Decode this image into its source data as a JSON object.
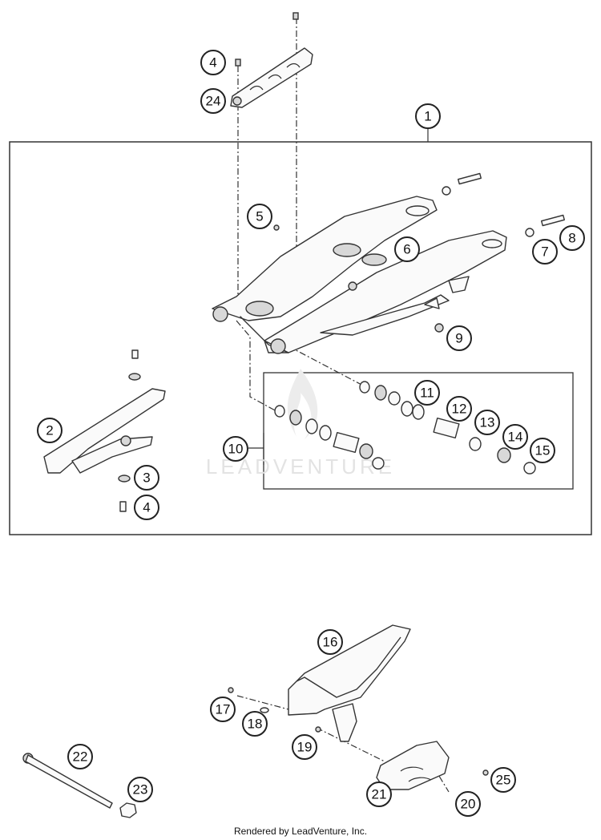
{
  "diagram": {
    "callouts": [
      "1",
      "2",
      "3",
      "4",
      "4",
      "5",
      "6",
      "7",
      "8",
      "9",
      "10",
      "11",
      "12",
      "13",
      "14",
      "15",
      "16",
      "17",
      "18",
      "19",
      "20",
      "21",
      "22",
      "23",
      "24",
      "25"
    ],
    "watermark": "LEADVENTURE",
    "footer": "Rendered by LeadVenture, Inc."
  }
}
